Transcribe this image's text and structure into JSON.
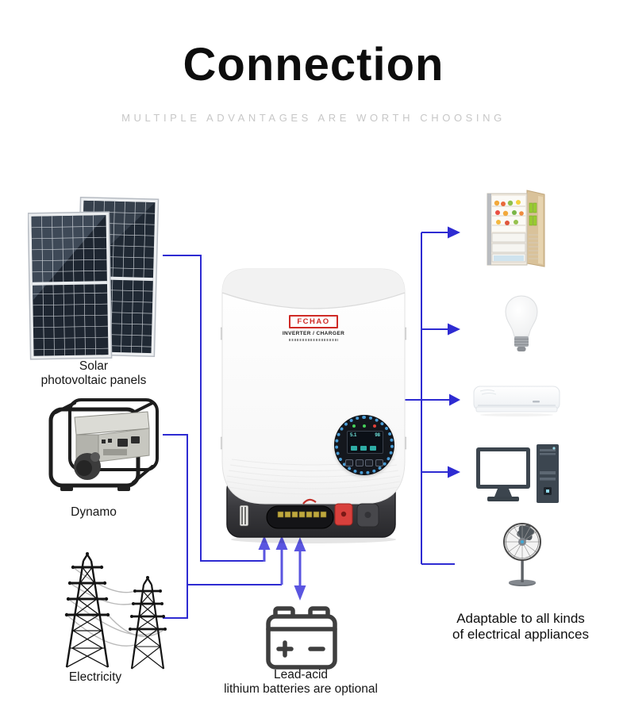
{
  "header": {
    "title": "Connection",
    "subtitle": "MULTIPLE ADVANTAGES ARE WORTH CHOOSING"
  },
  "sources": {
    "solar": {
      "icon": "solar-panels-icon",
      "label_line1": "Solar",
      "label_line2": "photovoltaic panels"
    },
    "dynamo": {
      "icon": "generator-icon",
      "label": "Dynamo"
    },
    "electricity": {
      "icon": "transmission-towers-icon",
      "label": "Electricity"
    }
  },
  "inverter": {
    "brand": "FCHAO",
    "type_label": "INVERTER / CHARGER",
    "display": {
      "left_value": "5.1",
      "right_value": "98"
    }
  },
  "battery": {
    "icon": "battery-icon",
    "label_line1": "Lead-acid",
    "label_line2": "lithium batteries are optional"
  },
  "appliances": {
    "items": [
      "refrigerator-icon",
      "light-bulb-icon",
      "air-conditioner-icon",
      "desktop-computer-icon",
      "pedestal-fan-icon"
    ],
    "note_line1": "Adaptable to all kinds",
    "note_line2": "of electrical appliances"
  },
  "colors": {
    "connection_line": "#2e2bd2",
    "arrow_accent": "#5a55e0",
    "brand_red": "#cf2a26"
  }
}
